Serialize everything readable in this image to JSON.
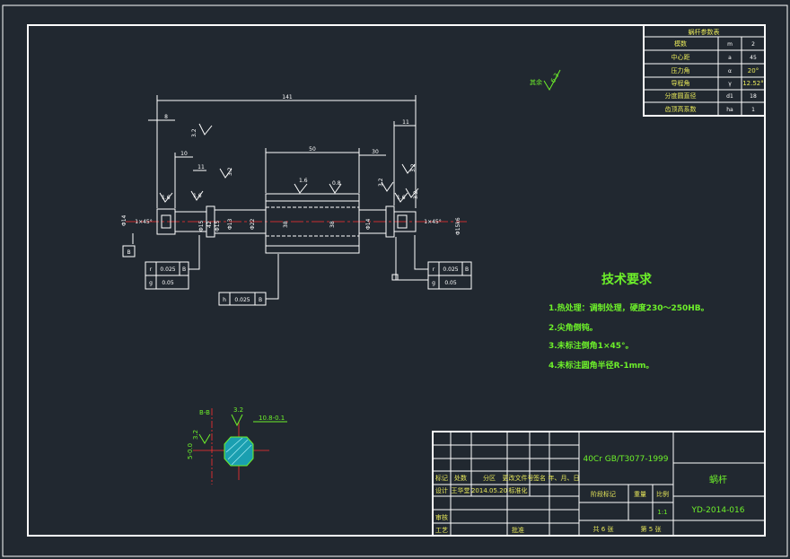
{
  "param_table": {
    "title": "蜗杆参数表",
    "rows": [
      {
        "name": "模数",
        "sym": "m",
        "val": "2"
      },
      {
        "name": "中心距",
        "sym": "a",
        "val": "45"
      },
      {
        "name": "压力角",
        "sym": "α",
        "val": "20°"
      },
      {
        "name": "导程角",
        "sym": "γ",
        "val": "12.52°"
      },
      {
        "name": "分度圆直径",
        "sym": "d1",
        "val": "18"
      },
      {
        "name": "齿顶高系数",
        "sym": "ha",
        "val": "1"
      }
    ]
  },
  "roughness_other": {
    "label": "其余",
    "value": "6.3"
  },
  "dims": {
    "total_length": "141",
    "d8": "8",
    "d10": "10",
    "d11a": "11",
    "d50": "50",
    "d30": "30",
    "d11b": "11",
    "chamfer_left": "1×45°",
    "chamfer_right": "1×45°",
    "dia_14": "Φ14",
    "dia_15": "Φ15",
    "dia_42": "42",
    "dia_15r": "Φ15",
    "dia_13": "Φ13",
    "dia_22": "Φ22",
    "dia_38": "38",
    "dia_38b": "38",
    "dia_14r": "Φ14",
    "dia_15k6": "Φ15k6"
  },
  "roughness": {
    "r32a": "3.2",
    "r16a": "1.6",
    "r32b": "3.2",
    "r16b": "1.6",
    "r16c": "1.6",
    "r08": "0.8",
    "r32c": "3.2",
    "r32d": "3.2",
    "r16d": "1.6",
    "r32e": "3.2"
  },
  "datum": {
    "label": "B"
  },
  "tolerances": {
    "left": [
      {
        "sym": "r",
        "val": "0.025",
        "ref": "B"
      },
      {
        "sym": "g",
        "val": "0.05",
        "ref": ""
      }
    ],
    "right": [
      {
        "sym": "r",
        "val": "0.025",
        "ref": "B"
      },
      {
        "sym": "g",
        "val": "0.05",
        "ref": ""
      }
    ],
    "bottom": {
      "sym": "h",
      "val": "0.025",
      "ref": "B"
    }
  },
  "section": {
    "label": "B-B",
    "r32": "3.2",
    "dim_top": "10.8-0.1",
    "r32b": "3.2",
    "dim_left": "5-0.0"
  },
  "tech_req": {
    "title": "技术要求",
    "items": [
      "1.热处理：调制处理，硬度230～250HB。",
      "2.尖角倒钝。",
      "3.未标注倒角1×45°。",
      "4.未标注圆角半径R-1mm。"
    ]
  },
  "title_block": {
    "material": "40Cr GB/T3077-1999",
    "part_name": "蜗杆",
    "drawing_no": "YD-2014-016",
    "header_cells": [
      "标记",
      "处数",
      "分区",
      "更改文件号",
      "签名",
      "年、月、日"
    ],
    "design_label": "设计",
    "designer": "王华堂",
    "date": "2014.05.20",
    "std_label": "标准化",
    "stage_label": "阶段标记",
    "weight_label": "重量",
    "scale_label": "比例",
    "scale": "1:1",
    "review_label": "审核",
    "process_label": "工艺",
    "approve_label": "批准",
    "sheets_total": "共 6 张",
    "sheet_no": "第 5 张"
  }
}
